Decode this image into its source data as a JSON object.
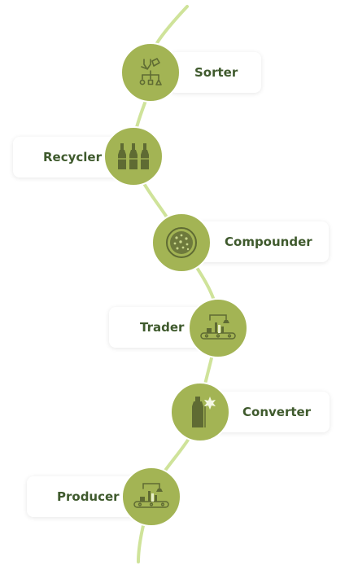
{
  "colors": {
    "node_fill": "#a3b454",
    "line": "#cfe39a",
    "icon_dark": "#5f6b33",
    "label_text": "#3f5a2d"
  },
  "steps": [
    {
      "label": "Sorter",
      "icon": "sorting-icon"
    },
    {
      "label": "Recycler",
      "icon": "bottles-icon"
    },
    {
      "label": "Compounder",
      "icon": "pellets-dish-icon"
    },
    {
      "label": "Trader",
      "icon": "conveyor-icon"
    },
    {
      "label": "Converter",
      "icon": "bottle-spark-icon"
    },
    {
      "label": "Producer",
      "icon": "conveyor-icon"
    }
  ]
}
